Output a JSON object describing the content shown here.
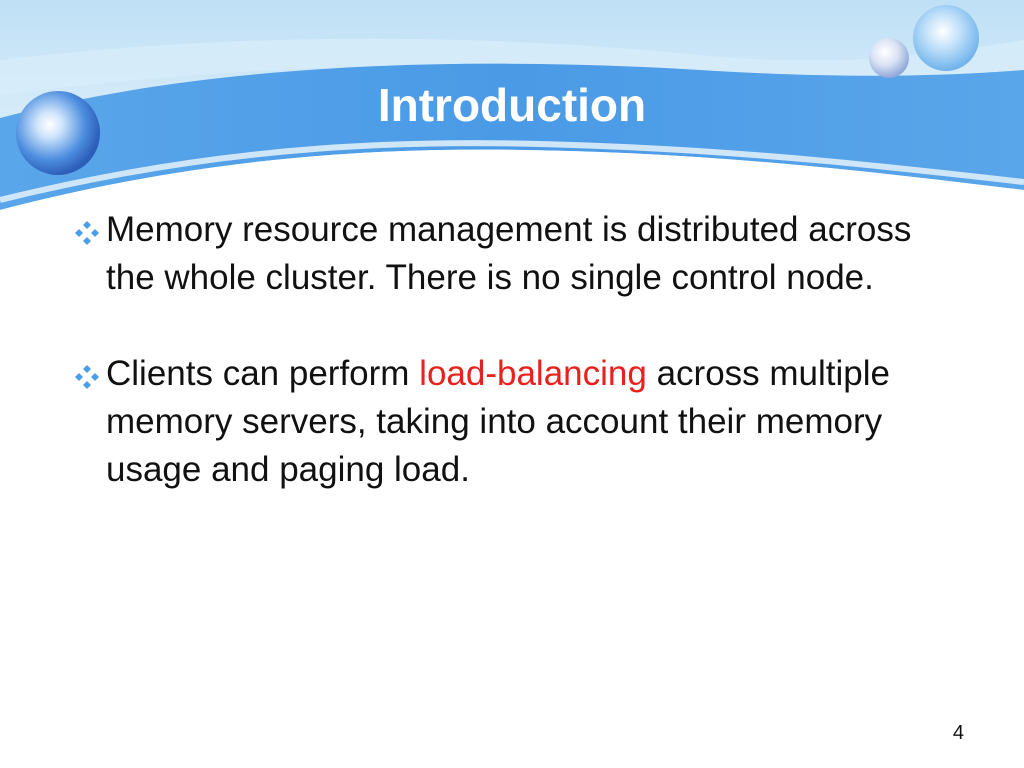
{
  "slide": {
    "title": "Introduction",
    "page_number": "4",
    "accent_color": "#4d9ee8",
    "highlight_color": "#e8211d",
    "bullet_icon": "four-diamond-bullet-icon",
    "bullets": [
      {
        "text": "Memory resource management is distributed across the whole cluster. There is no single control node."
      },
      {
        "before": "Clients can perform ",
        "highlight": "load-balancing",
        "after": " across multiple memory servers, taking into account their memory usage and paging load."
      }
    ]
  }
}
